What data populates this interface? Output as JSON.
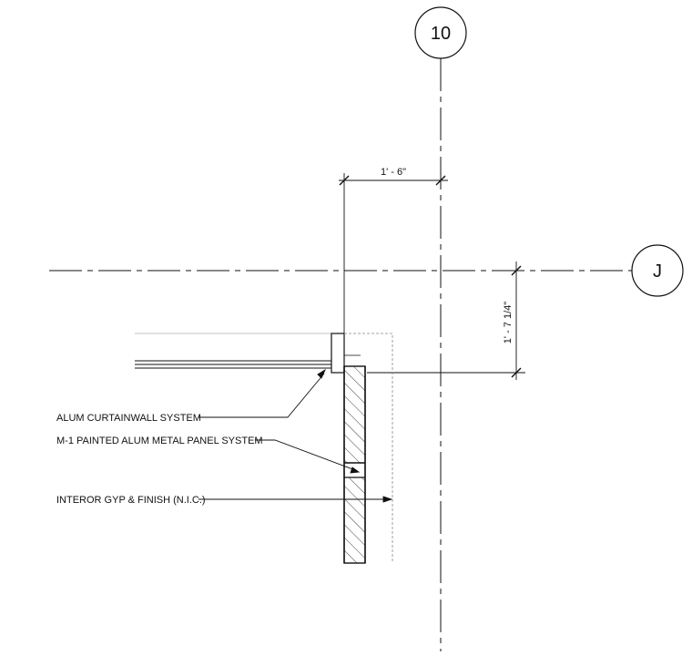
{
  "grid": {
    "vertical_bubble": "10",
    "horizontal_bubble": "J"
  },
  "dimensions": {
    "horizontal": "1' - 6\"",
    "vertical": "1' - 7 1/4\""
  },
  "callouts": {
    "curtainwall": "ALUM CURTAINWALL SYSTEM",
    "metal_panel": "M-1 PAINTED ALUM METAL PANEL SYSTEM",
    "interior": "INTEROR GYP & FINISH (N.I.C.)"
  },
  "colors": {
    "line": "#111111",
    "hidden": "#888888"
  }
}
